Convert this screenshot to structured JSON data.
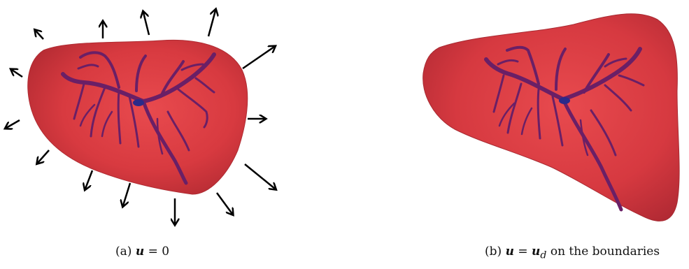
{
  "figure": {
    "panel_a": {
      "caption_prefix": "(a)",
      "caption_bold_var": "u",
      "caption_rest": "= 0"
    },
    "panel_b": {
      "caption_prefix": "(b)",
      "caption_bold_var": "u",
      "caption_eq": "=",
      "caption_bold_rhs": "u",
      "caption_subscript": "d",
      "caption_rest": "on the boundaries"
    },
    "colors": {
      "organ": "#d93a3f",
      "organ_dark": "#b52a33",
      "vessel": "#6a1f66",
      "vessel_core": "#2a2a8a",
      "arrow": "#000000"
    }
  }
}
